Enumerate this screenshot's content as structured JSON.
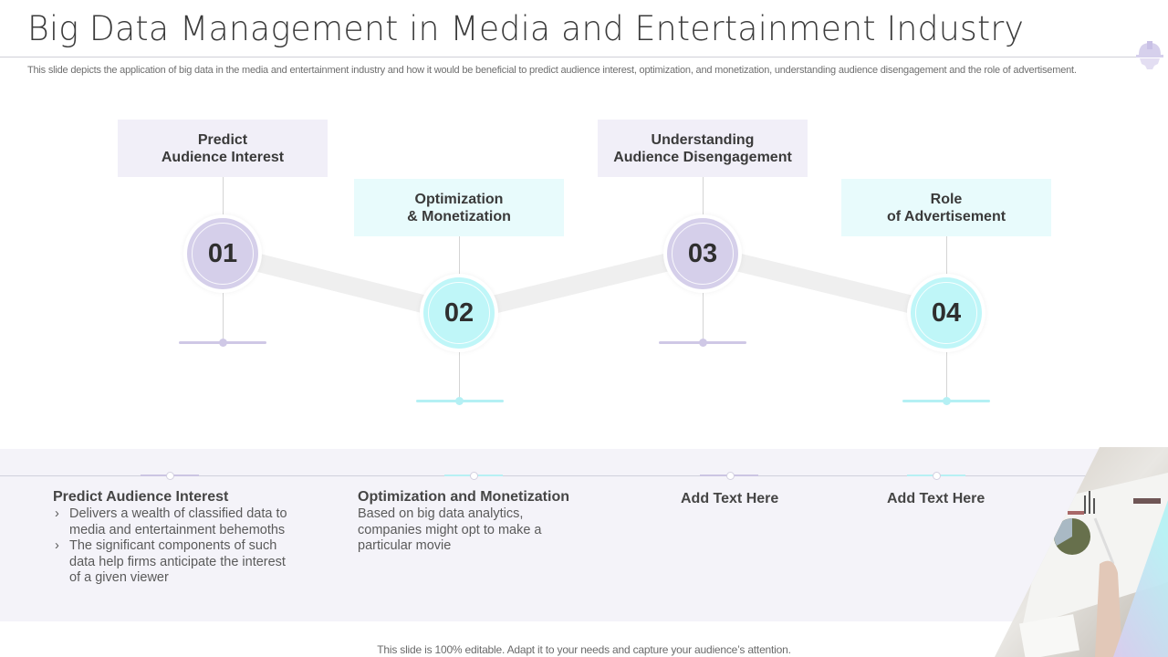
{
  "header": {
    "title": "Big Data Management in Media and Entertainment Industry",
    "subtitle": "This slide depicts the application of big data in the media and entertainment industry and how it would be beneficial to predict audience interest, optimization, and monetization, understanding audience disengagement and the role of advertisement.",
    "logo_icon": "hardhat-gear-icon"
  },
  "colors": {
    "purple_light": "#f1eff8",
    "purple_circle": "#d5cfea",
    "cyan_light": "#e8fbfc",
    "cyan_circle": "#bff6f8",
    "panel_bg": "#f4f3f9",
    "connector": "#efefef"
  },
  "steps": [
    {
      "number": "01",
      "label_line1": "Predict",
      "label_line2": "Audience Interest",
      "theme": "purple"
    },
    {
      "number": "02",
      "label_line1": "Optimization",
      "label_line2": "& Monetization",
      "theme": "cyan"
    },
    {
      "number": "03",
      "label_line1": "Understanding",
      "label_line2": "Audience Disengagement",
      "theme": "purple"
    },
    {
      "number": "04",
      "label_line1": "Role",
      "label_line2": "of Advertisement",
      "theme": "cyan"
    }
  ],
  "details": [
    {
      "heading": "Predict Audience Interest",
      "bullets": [
        "Delivers a wealth of classified data to media and entertainment behemoths",
        "The significant components of such data help firms anticipate the interest of a given viewer"
      ]
    },
    {
      "heading": "Optimization and Monetization",
      "text": "Based on big data analytics, companies might opt to make a particular movie"
    },
    {
      "heading": "Add Text Here"
    },
    {
      "heading": "Add Text Here"
    }
  ],
  "footer": {
    "text": "This slide is 100% editable. Adapt it to your needs and capture your audience’s attention."
  },
  "image": {
    "description": "hand-holding-pen-over-analytics-charts-photo"
  }
}
